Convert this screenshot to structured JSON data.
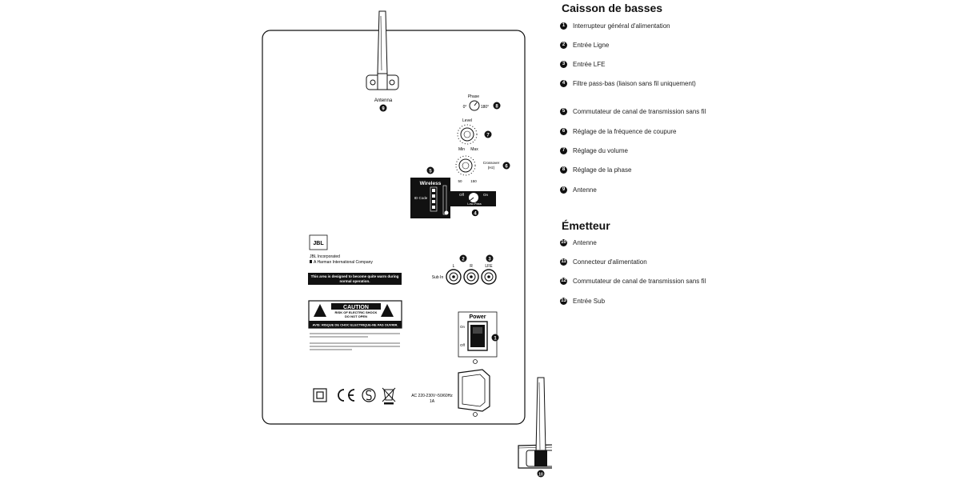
{
  "subwoofer": {
    "title": "Caisson de basses",
    "items": [
      {
        "num": "1",
        "label": "Interrupteur général d'alimentation"
      },
      {
        "num": "2",
        "label": "Entrée Ligne"
      },
      {
        "num": "3",
        "label": "Entrée LFE"
      },
      {
        "num": "4",
        "label": "Filtre pass-bas (liaison sans fil uniquement)"
      },
      {
        "num": "5",
        "label": "Commutateur de canal de transmission sans fil"
      },
      {
        "num": "6",
        "label": "Réglage de la fréquence de coupure"
      },
      {
        "num": "7",
        "label": "Réglage du volume"
      },
      {
        "num": "8",
        "label": "Réglage de la phase"
      },
      {
        "num": "9",
        "label": "Antenne"
      }
    ]
  },
  "transmitter": {
    "title": "Émetteur",
    "items": [
      {
        "num": "10",
        "label": "Antenne"
      },
      {
        "num": "11",
        "label": "Connecteur d'alimentation"
      },
      {
        "num": "12",
        "label": "Commutateur de canal de transmission sans fil"
      },
      {
        "num": "13",
        "label": "Entrée Sub"
      }
    ]
  },
  "panel": {
    "antenna_label": "Antenna",
    "phase_label": "Phase",
    "phase_min": "0°",
    "phase_max": "180°",
    "level_label": "Level",
    "level_min": "Min",
    "level_max": "Max",
    "crossover_label": "Crossover",
    "crossover_unit": "(Hz)",
    "crossover_min": "50",
    "crossover_max": "150",
    "wireless_label": "Wireless",
    "id_code_label": "ID Code",
    "lowpass_off": "Off",
    "lowpass_on": "On",
    "lowpass_label": "Low-Pass",
    "input_l": "L",
    "input_r": "R",
    "input_lfe": "LFE",
    "sub_in": "Sub In",
    "power_label": "Power",
    "power_on": "On",
    "power_off": "Off",
    "brand": "JBL",
    "brand_line1": "JBL Incorporated",
    "brand_line2": "A Harman International Company",
    "warm_notice": "This area is designed to become quite warm during normal operation.",
    "caution_title": "CAUTION",
    "caution_line1": "RISK OF ELECTRIC SHOCK",
    "caution_line2": "DO NOT OPEN",
    "caution_fr": "AVIS: RISQUE DE CHOC ELECTRIQUE-NE PAS OUVRIR.",
    "ac_line1": "AC 220-230V~50/60Hz",
    "ac_line2": "1A"
  }
}
